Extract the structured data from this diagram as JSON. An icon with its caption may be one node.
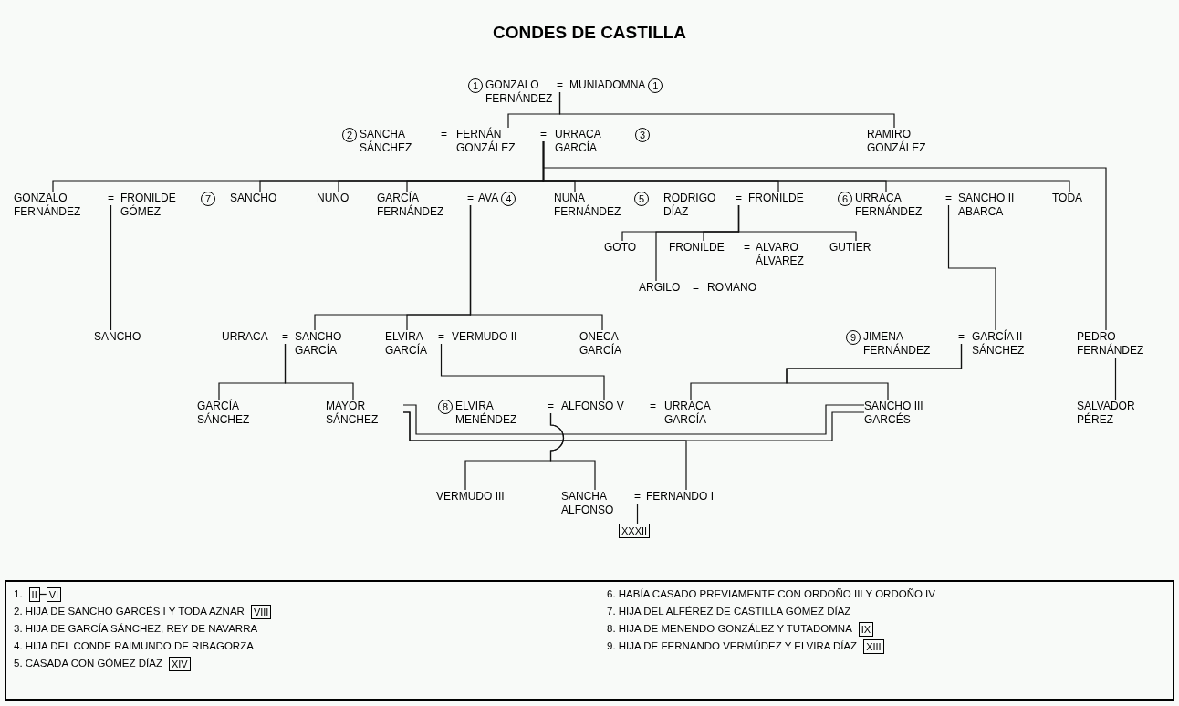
{
  "diagram": {
    "title": "CONDES DE CASTILLA",
    "nodes": [
      {
        "text": [
          "1",
          "GONZALO FERNÁNDEZ"
        ]
      },
      {
        "text": [
          "="
        ]
      },
      {
        "text": [
          "MUNIADOMNA",
          "1"
        ]
      },
      {
        "text": [
          "2",
          "SANCHA SÁNCHEZ"
        ]
      },
      {
        "text": [
          "FERNÁN GONZÁLEZ"
        ]
      },
      {
        "text": [
          "="
        ]
      },
      {
        "text": [
          "URRACA GARCÍA",
          "3"
        ]
      },
      {
        "text": [
          "RAMIRO GONZÁLEZ"
        ]
      },
      {
        "text": [
          "GONZALO FERNÁNDEZ"
        ]
      },
      {
        "text": [
          "="
        ]
      },
      {
        "text": [
          "FRONILDE GÓMEZ",
          "7"
        ]
      },
      {
        "text": [
          "SANCHO"
        ]
      },
      {
        "text": [
          "NUÑO"
        ]
      },
      {
        "text": [
          "GARCÍA FERNÁNDEZ"
        ]
      },
      {
        "text": [
          "="
        ]
      },
      {
        "text": [
          "AVA",
          "4"
        ]
      },
      {
        "text": [
          "NUÑA FERNÁNDEZ",
          "5"
        ]
      },
      {
        "text": [
          "RODRIGO DÍAZ"
        ]
      },
      {
        "text": [
          "="
        ]
      },
      {
        "text": [
          "FRONILDE"
        ]
      },
      {
        "text": [
          "6",
          "URRACA FERNÁNDEZ"
        ]
      },
      {
        "text": [
          "="
        ]
      },
      {
        "text": [
          "SANCHO II ABARCA"
        ]
      },
      {
        "text": [
          "TODA"
        ]
      },
      {
        "text": [
          "GOTO"
        ]
      },
      {
        "text": [
          "FRONILDE"
        ]
      },
      {
        "text": [
          "ALVARO ÁLVAREZ"
        ]
      },
      {
        "text": [
          "GUTIER"
        ]
      },
      {
        "text": [
          "ARGILO"
        ]
      },
      {
        "text": [
          "ROMANO"
        ]
      },
      {
        "text": [
          "SANCHO"
        ]
      },
      {
        "text": [
          "URRACA"
        ]
      },
      {
        "text": [
          "="
        ]
      },
      {
        "text": [
          "SANCHO GARCÍA"
        ]
      },
      {
        "text": [
          "ELVIRA GARCÍA"
        ]
      },
      {
        "text": [
          "="
        ]
      },
      {
        "text": [
          "VERMUDO II"
        ]
      },
      {
        "text": [
          "ONECA GARCÍA"
        ]
      },
      {
        "text": [
          "9",
          "JIMENA FERNÁNDEZ"
        ]
      },
      {
        "text": [
          "="
        ]
      },
      {
        "text": [
          "GARCÍA II SÁNCHEZ"
        ]
      },
      {
        "text": [
          "PEDRO FERNÁNDEZ"
        ]
      },
      {
        "text": [
          "GARCÍA SÁNCHEZ"
        ]
      },
      {
        "text": [
          "MAYOR SÁNCHEZ"
        ]
      },
      {
        "text": [
          "8",
          "ELVIRA MENÉNDEZ"
        ]
      },
      {
        "text": [
          "="
        ]
      },
      {
        "text": [
          "ALFONSO V"
        ]
      },
      {
        "text": [
          "URRACA GARCÍA"
        ]
      },
      {
        "text": [
          "SANCHO III GARCÉS"
        ]
      },
      {
        "text": [
          "SALVADOR PÉREZ"
        ]
      },
      {
        "text": [
          "VERMUDO III"
        ]
      },
      {
        "text": [
          "SANCHA ALFONSO"
        ]
      },
      {
        "text": [
          "="
        ]
      },
      {
        "text": [
          "FERNANDO I"
        ]
      },
      {
        "text": [
          "XXXII"
        ]
      },
      {
        "text": [
          "1.",
          "2. HIJA DE SANCHO GARCÉS I Y TODA AZNAR",
          "3. HIJA DE GARCÍA SÁNCHEZ, REY DE NAVARRA",
          "4. HIJA DEL CONDE RAIMUNDO DE RIBAGORZA",
          "5. CASADA CON GÓMEZ DÍAZ",
          "6. HABÍA CASADO PREVIAMENTE CON ORDOÑO III Y ORDOÑO IV",
          "7. HIJA DEL ALFÉREZ DE CASTILLA GÓMEZ DÍAZ",
          "8. HIJA DE MENENDO GONZÁLEZ Y TUTADOMNA",
          "9. HIJA DE FERNANDO VERMÚDEZ Y ELVIRA DÍAZ"
        ]
      },
      {
        "text": [
          "II"
        ],
        "in": 55
      },
      {
        "text": [
          "VI"
        ],
        "in": 55
      },
      {
        "text": [
          "VIII"
        ],
        "in": 55
      },
      {
        "text": [
          "XIV"
        ],
        "in": 55
      },
      {
        "text": [
          "IX"
        ],
        "in": 55
      },
      {
        "text": [
          "XIII"
        ],
        "in": 55
      }
    ],
    "edges": [
      {
        "from": 1,
        "to": 4,
        "arrow": "none"
      },
      {
        "from": 1,
        "to": 7,
        "arrow": "none"
      },
      {
        "from": 5,
        "to": 8,
        "arrow": "none"
      },
      {
        "from": 5,
        "to": 11,
        "arrow": "none"
      },
      {
        "from": 5,
        "to": 12,
        "arrow": "none"
      },
      {
        "from": 5,
        "to": 13,
        "arrow": "none"
      },
      {
        "from": 5,
        "to": 16,
        "arrow": "none"
      },
      {
        "from": 5,
        "to": 19,
        "arrow": "none"
      },
      {
        "from": 5,
        "to": 20,
        "arrow": "none"
      },
      {
        "from": 5,
        "to": 23,
        "arrow": "none"
      },
      {
        "from": 5,
        "to": 41,
        "arrow": "none"
      },
      {
        "from": 9,
        "to": 30,
        "arrow": "none"
      },
      {
        "from": 14,
        "to": 33,
        "arrow": "none"
      },
      {
        "from": 14,
        "to": 34,
        "arrow": "none"
      },
      {
        "from": 14,
        "to": 37,
        "arrow": "none"
      },
      {
        "from": 18,
        "to": 24,
        "arrow": "none"
      },
      {
        "from": 18,
        "to": 28,
        "arrow": "none"
      },
      {
        "from": 18,
        "to": 25,
        "arrow": "none"
      },
      {
        "from": 18,
        "to": 27,
        "arrow": "none"
      },
      {
        "from": 21,
        "to": 40,
        "arrow": "none"
      },
      {
        "from": 32,
        "to": 42,
        "arrow": "none"
      },
      {
        "from": 32,
        "to": 43,
        "arrow": "none"
      },
      {
        "from": 35,
        "to": 46,
        "arrow": "none"
      },
      {
        "from": 39,
        "to": 47,
        "arrow": "none"
      },
      {
        "from": 39,
        "to": 48,
        "arrow": "none"
      },
      {
        "from": 41,
        "to": 49,
        "arrow": "none"
      },
      {
        "from": 43,
        "to": 48,
        "arrow": "none"
      },
      {
        "from": 43,
        "to": 53,
        "arrow": "none"
      },
      {
        "from": 45,
        "to": 50,
        "arrow": "none"
      },
      {
        "from": 45,
        "to": 51,
        "arrow": "none"
      },
      {
        "from": 52,
        "to": 54,
        "arrow": "none"
      },
      {
        "from": 56,
        "to": 57,
        "arrow": "none"
      }
    ],
    "labels": [
      "=",
      "=",
      "=",
      "="
    ]
  }
}
